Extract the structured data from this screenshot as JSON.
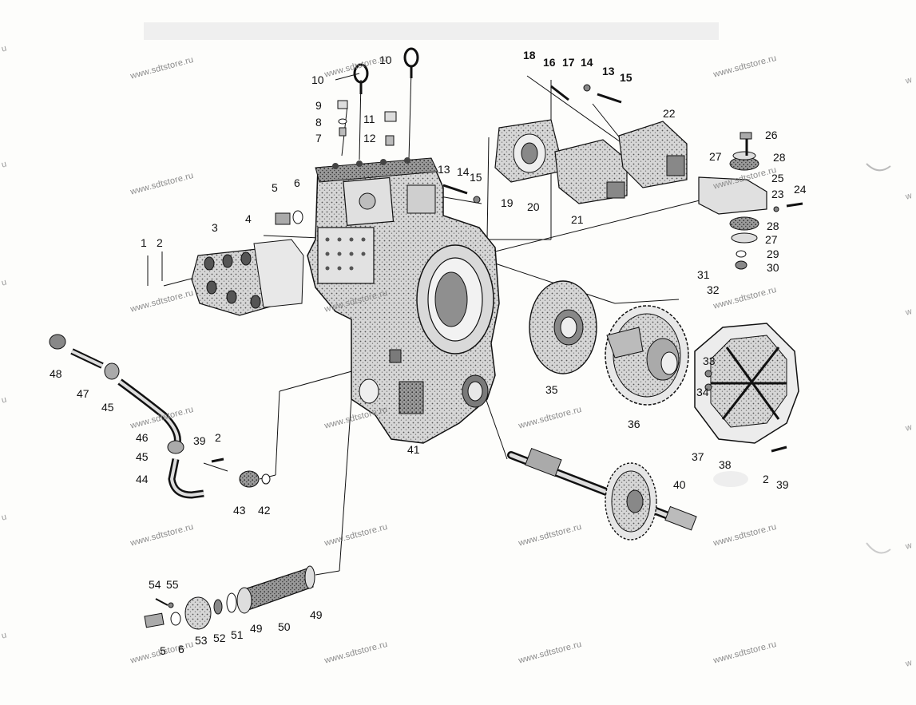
{
  "watermark": {
    "text": "www.sdtstore.ru",
    "edge_text_left": "u",
    "edge_text_right": "w"
  },
  "callouts": {
    "n1": "1",
    "n2": "2",
    "n3": "3",
    "n4": "4",
    "n5": "5",
    "n6": "6",
    "n7": "7",
    "n8": "8",
    "n9": "9",
    "n10": "10",
    "n11": "11",
    "n12": "12",
    "n13": "13",
    "n14": "14",
    "n15": "15",
    "n16": "16",
    "n17": "17",
    "n18": "18",
    "n19": "19",
    "n20": "20",
    "n21": "21",
    "n22": "22",
    "n23": "23",
    "n24": "24",
    "n25": "25",
    "n26": "26",
    "n27": "27",
    "n28": "28",
    "n29": "29",
    "n30": "30",
    "n31": "31",
    "n32": "32",
    "n33": "33",
    "n34": "34",
    "n35": "35",
    "n36": "36",
    "n37": "37",
    "n38": "38",
    "n39": "39",
    "n40": "40",
    "n41": "41",
    "n42": "42",
    "n43": "43",
    "n44": "44",
    "n45": "45",
    "n46": "46",
    "n47": "47",
    "n48": "48",
    "n49": "49",
    "n50": "50",
    "n51": "51",
    "n52": "52",
    "n53": "53",
    "n54": "54",
    "n55": "55"
  },
  "colors": {
    "ink": "#111111",
    "paper": "#fdfdfb",
    "casting": "#cfcfcf",
    "shadow": "#6b6b6b",
    "watermark": "#8a8a8a"
  }
}
